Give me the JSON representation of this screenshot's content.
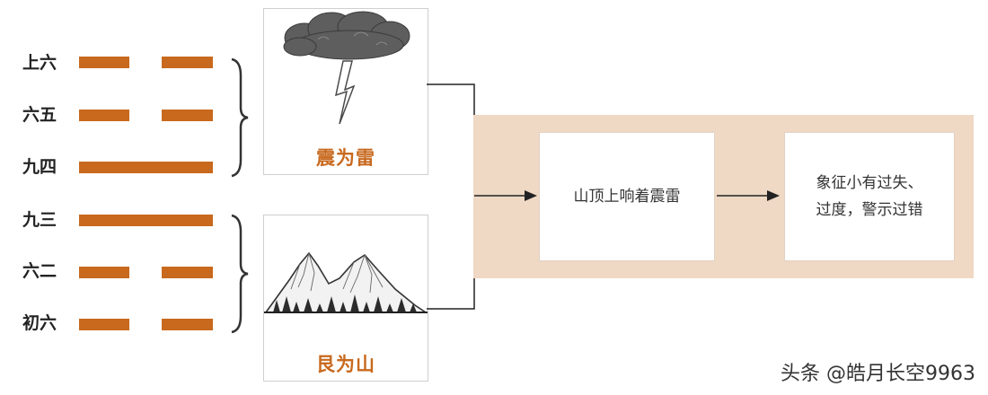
{
  "hexagram": {
    "lines": [
      {
        "label": "上六",
        "type": "broken"
      },
      {
        "label": "六五",
        "type": "broken"
      },
      {
        "label": "九四",
        "type": "solid"
      },
      {
        "label": "九三",
        "type": "solid"
      },
      {
        "label": "六二",
        "type": "broken"
      },
      {
        "label": "初六",
        "type": "broken"
      }
    ],
    "line_color": "#c8691e"
  },
  "trigrams": {
    "upper": {
      "label": "震为雷",
      "icon": "thundercloud-lightning-icon"
    },
    "lower": {
      "label": "艮为山",
      "icon": "mountain-icon"
    }
  },
  "flow": {
    "step1": "山顶上响着震雷",
    "step2_line1": "象征小有过失、",
    "step2_line2": "过度，警示过错"
  },
  "colors": {
    "accent": "#c8691e",
    "band": "#efd8c4"
  },
  "watermark": "头条 @皓月长空9963"
}
